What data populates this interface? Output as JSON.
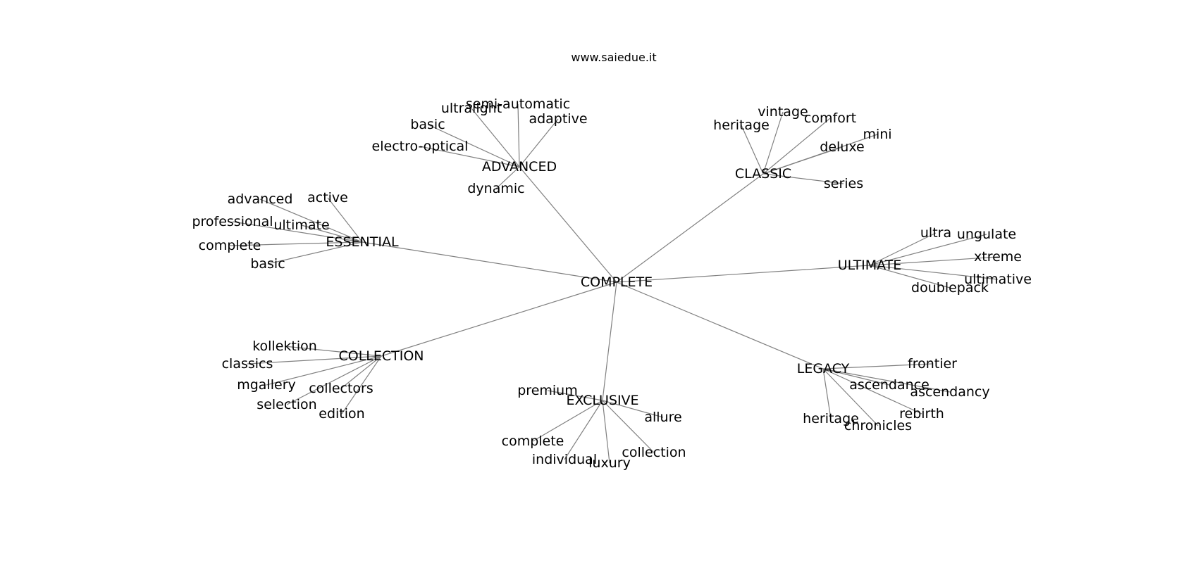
{
  "title": "www.saiedue.it",
  "graph": {
    "center": "COMPLETE",
    "hubs": [
      {
        "label": "ADVANCED",
        "leaves": [
          "semi-automatic",
          "ultralight",
          "adaptive",
          "basic",
          "electro-optical",
          "dynamic"
        ]
      },
      {
        "label": "CLASSIC",
        "leaves": [
          "vintage",
          "comfort",
          "heritage",
          "mini",
          "deluxe",
          "series"
        ]
      },
      {
        "label": "ESSENTIAL",
        "leaves": [
          "advanced",
          "active",
          "professional",
          "ultimate",
          "complete",
          "basic"
        ]
      },
      {
        "label": "ULTIMATE",
        "leaves": [
          "ultra",
          "ungulate",
          "xtreme",
          "ultimative",
          "doublepack"
        ]
      },
      {
        "label": "COLLECTION",
        "leaves": [
          "kollektion",
          "classics",
          "mgallery",
          "collectors",
          "selection",
          "edition"
        ]
      },
      {
        "label": "EXCLUSIVE",
        "leaves": [
          "premium",
          "allure",
          "complete",
          "individual",
          "luxury",
          "collection"
        ]
      },
      {
        "label": "LEGACY",
        "leaves": [
          "frontier",
          "ascendance",
          "ascendancy",
          "rebirth",
          "heritage",
          "chronicles"
        ]
      }
    ]
  }
}
